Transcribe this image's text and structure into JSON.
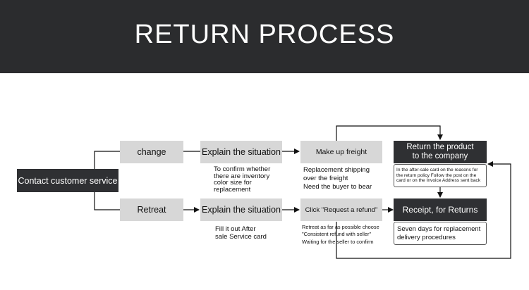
{
  "header": {
    "title": "RETURN PROCESS"
  },
  "nodes": {
    "contact": "Contact customer service",
    "change": "change",
    "retreat": "Retreat",
    "explain_top": "Explain the situation",
    "explain_bottom": "Explain the situation",
    "make_up_freight": "Make up freight",
    "request_refund": "Click \"Request a refund\"",
    "return_product": "Return the product\nto the company",
    "receipt": "Receipt, for Returns",
    "seven_days": "Seven days for replacement\ndelivery procedures"
  },
  "notes": {
    "inventory": "To confirm whether\nthere are inventory\ncolor size for\nreplacement",
    "service_card": "Fill it out After\nsale Service card",
    "replacement": "Replacement shipping\nover the freight\nNeed the buyer to bear",
    "refund": "Retreat as far as possible choose\n\"Consistent refund with seller\"\nWaiting for the seller to confirm",
    "aftersale": "In the after-sale card on the reasons for\nthe return policy Follow the post on the\ncard or on the Invoice Address sent back"
  }
}
